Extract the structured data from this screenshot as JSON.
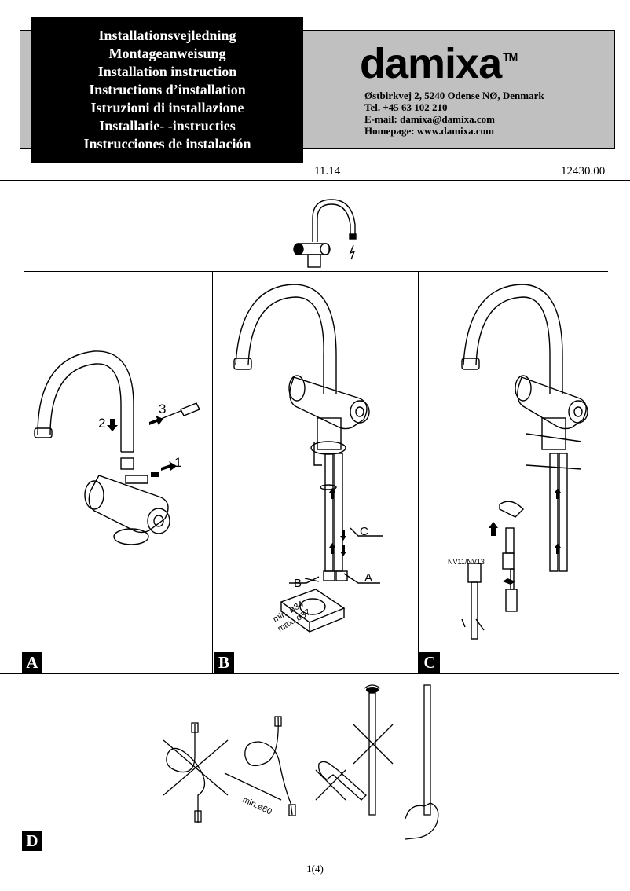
{
  "header": {
    "titles": [
      "Installationsvejledning",
      "Montageanweisung",
      "Installation instruction",
      "Instructions d’installation",
      "Istruzioni di installazione",
      "Installatie- -instructies",
      "Instrucciones de instalación"
    ],
    "brand": "damixa",
    "trademark": "TM",
    "address": [
      "Østbirkvej 2, 5240 Odense NØ, Denmark",
      "Tel. +45 63 102 210",
      "E-mail: damixa@damixa.com",
      "Homepage: www.damixa.com"
    ],
    "date": "11.14",
    "code": "12430.00"
  },
  "panels": {
    "a": {
      "label": "A",
      "steps": [
        "1",
        "2",
        "3"
      ]
    },
    "b": {
      "label": "B",
      "callouts": [
        "A",
        "B",
        "C"
      ],
      "dims": [
        "min. ø34",
        "max. ø37"
      ]
    },
    "c": {
      "label": "C",
      "tool": "NV11/NV13"
    },
    "d": {
      "label": "D",
      "dim": "min.ø60"
    }
  },
  "page": "1(4)"
}
